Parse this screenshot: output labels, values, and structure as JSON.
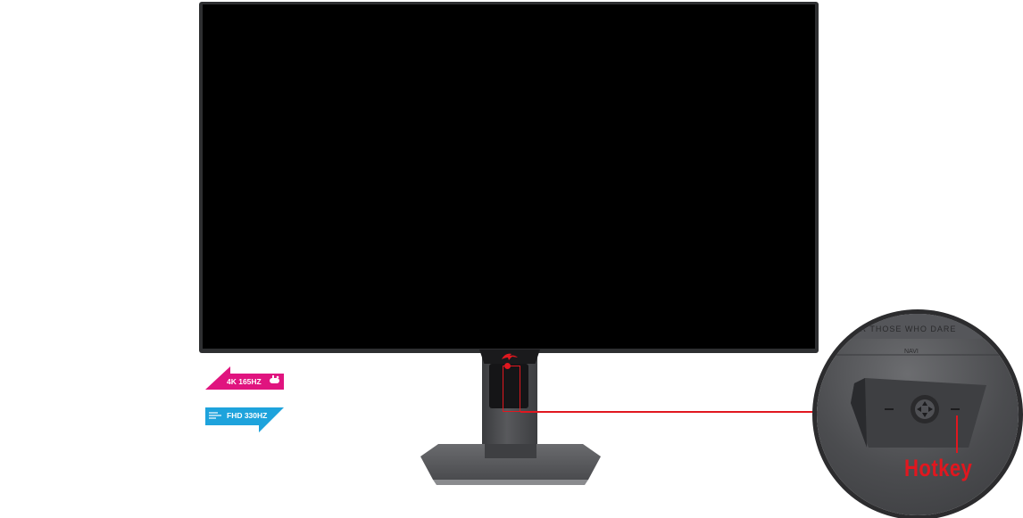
{
  "badges": {
    "mode_4k": {
      "label": "4K 165HZ",
      "color": "#e0147f",
      "icon": "gamepad-icon"
    },
    "mode_fhd": {
      "label": "FHD 330HZ",
      "color": "#1ea3dc",
      "icon": "speed-lines-icon"
    }
  },
  "zoom": {
    "slogan": "FOR THOSE WHO DARE",
    "button_text": "NAVI",
    "callout_label": "Hotkey"
  },
  "colors": {
    "accent_red": "#e1171f",
    "screen": "#000000",
    "bezel": "#2e2f31"
  }
}
